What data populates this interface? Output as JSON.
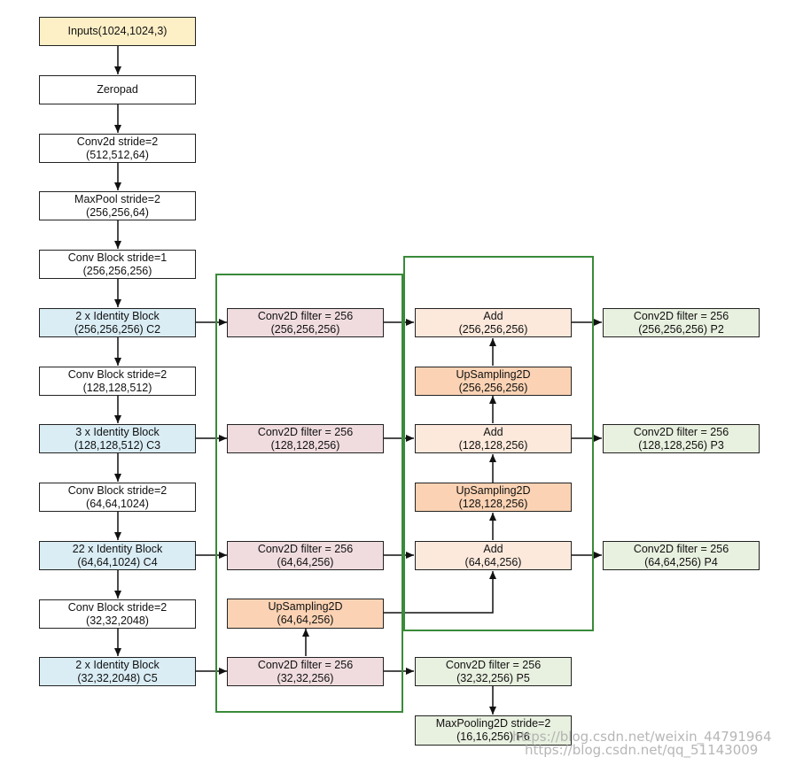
{
  "nodes": {
    "inputs": {
      "line1": "Inputs(1024,1024,3)",
      "line2": ""
    },
    "zeropad": {
      "line1": "Zeropad",
      "line2": ""
    },
    "conv2d": {
      "line1": "Conv2d stride=2",
      "line2": "(512,512,64)"
    },
    "maxpool": {
      "line1": "MaxPool stride=2",
      "line2": "(256,256,64)"
    },
    "convblock1": {
      "line1": "Conv Block stride=1",
      "line2": "(256,256,256)"
    },
    "identity_c2": {
      "line1": "2 x Identity Block",
      "line2": "(256,256,256) C2"
    },
    "convblock2": {
      "line1": "Conv Block stride=2",
      "line2": "(128,128,512)"
    },
    "identity_c3": {
      "line1": "3 x Identity Block",
      "line2": "(128,128,512) C3"
    },
    "convblock3": {
      "line1": "Conv Block stride=2",
      "line2": "(64,64,1024)"
    },
    "identity_c4": {
      "line1": "22 x Identity Block",
      "line2": "(64,64,1024) C4"
    },
    "convblock4": {
      "line1": "Conv Block stride=2",
      "line2": "(32,32,2048)"
    },
    "identity_c5": {
      "line1": "2 x Identity Block",
      "line2": "(32,32,2048) C5"
    },
    "lat_c2": {
      "line1": "Conv2D filter = 256",
      "line2": "(256,256,256)"
    },
    "lat_c3": {
      "line1": "Conv2D filter = 256",
      "line2": "(128,128,256)"
    },
    "lat_c4": {
      "line1": "Conv2D filter = 256",
      "line2": "(64,64,256)"
    },
    "up_c5": {
      "line1": "UpSampling2D",
      "line2": "(64,64,256)"
    },
    "lat_c5": {
      "line1": "Conv2D filter = 256",
      "line2": "(32,32,256)"
    },
    "add_p2": {
      "line1": "Add",
      "line2": "(256,256,256)"
    },
    "up_p3": {
      "line1": "UpSampling2D",
      "line2": "(256,256,256)"
    },
    "add_p3": {
      "line1": "Add",
      "line2": "(128,128,256)"
    },
    "up_p4": {
      "line1": "UpSampling2D",
      "line2": "(128,128,256)"
    },
    "add_p4": {
      "line1": "Add",
      "line2": "(64,64,256)"
    },
    "p2": {
      "line1": "Conv2D filter = 256",
      "line2": "(256,256,256) P2"
    },
    "p3": {
      "line1": "Conv2D filter = 256",
      "line2": "(128,128,256) P3"
    },
    "p4": {
      "line1": "Conv2D filter = 256",
      "line2": "(64,64,256) P4"
    },
    "p5": {
      "line1": "Conv2D filter = 256",
      "line2": "(32,32,256) P5"
    },
    "p6": {
      "line1": "MaxPooling2D stride=2",
      "line2": "(16,16,256) P6"
    }
  },
  "watermark": {
    "line1": "https://blog.csdn.net/weixin_44791964",
    "line2": "https://blog.csdn.net/qq_51143009"
  },
  "colors": {
    "input": "#fdefc6",
    "backbone": "#ffffff",
    "identity": "#daedf5",
    "lateral": "#f0dcdf",
    "add": "#fde9dc",
    "upsampling": "#fbd3b4",
    "output": "#e8f0df",
    "group_border": "#3a8a3a"
  }
}
